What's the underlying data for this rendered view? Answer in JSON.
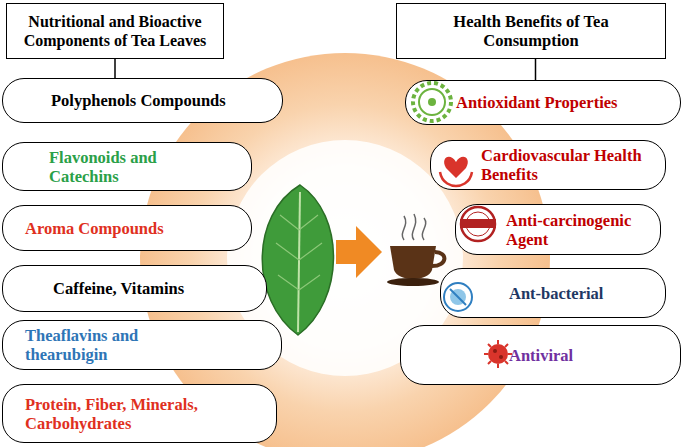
{
  "diagram": {
    "nodes": [
      {
        "text": [
          "Nutritional and Bioactive Components of Tea Leaves"
        ]
      },
      {
        "text": [
          "Health Benefits of Tea Consumption"
        ]
      },
      {
        "text": [
          "Polyphenols Compounds"
        ]
      },
      {
        "text": [
          "Flavonoids and Catechins"
        ]
      },
      {
        "text": [
          "Aroma Compounds"
        ]
      },
      {
        "text": [
          "Caffeine, Vitamins"
        ]
      },
      {
        "text": [
          "Theaflavins and thearubigin"
        ]
      },
      {
        "text": [
          "Protein, Fiber, Minerals, Carbohydrates"
        ]
      },
      {
        "text": [
          "Antioxidant Properties"
        ]
      },
      {
        "text": [
          "Cardiovascular Health Benefits"
        ]
      },
      {
        "text": [
          "Anti-carcinogenic Agent"
        ]
      },
      {
        "text": [
          "Ant-bacterial"
        ]
      },
      {
        "text": [
          "Antiviral"
        ]
      }
    ],
    "edges": [
      {
        "from": 0,
        "to": 2,
        "arrow": "none"
      },
      {
        "from": 1,
        "to": 8,
        "arrow": "none"
      }
    ]
  }
}
